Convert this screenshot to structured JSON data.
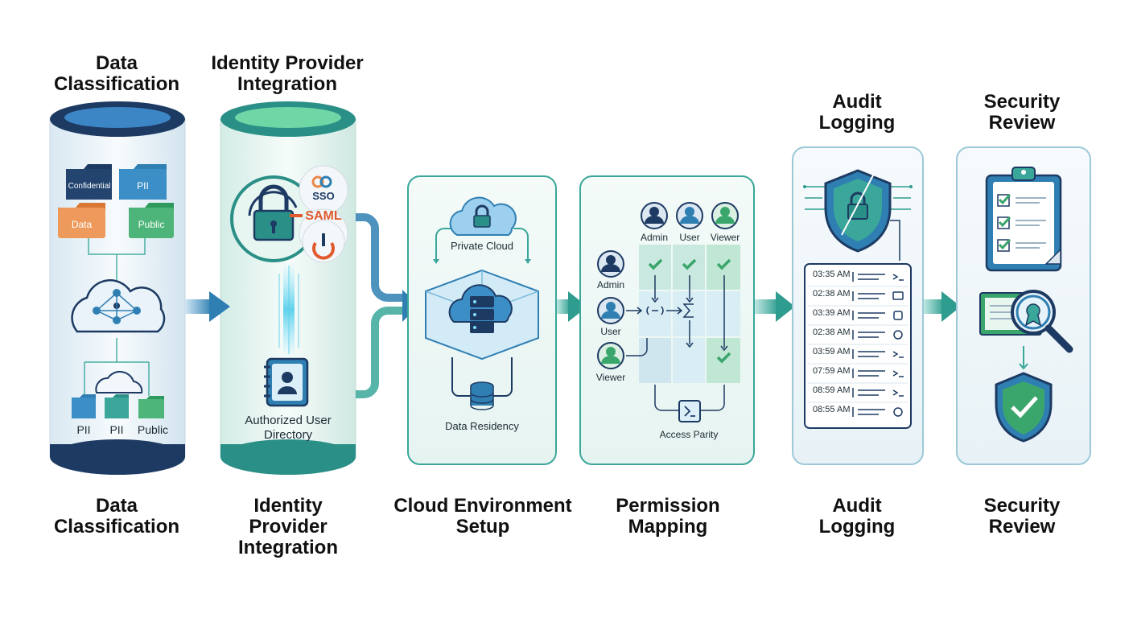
{
  "stages": [
    {
      "top_title": "Data Classification",
      "bottom_title": "Data Classification"
    },
    {
      "top_title": "Identity Provider Integration",
      "bottom_title": "Identity Provider Integration"
    },
    {
      "bottom_title": "Cloud Environment Setup"
    },
    {
      "bottom_title": "Permission Mapping"
    },
    {
      "top_title": "Audit Logging",
      "bottom_title": "Audit Logging"
    },
    {
      "top_title": "Security Review",
      "bottom_title": "Security Review"
    }
  ],
  "data_classification": {
    "folders_top": [
      "Confidential",
      "PII",
      "Data",
      "Public"
    ],
    "folders_bottom": [
      "PII",
      "PII",
      "Public"
    ]
  },
  "identity": {
    "providers": [
      "SSO",
      "SAML"
    ],
    "directory_label": "Authorized User Directory"
  },
  "cloud": {
    "private_cloud": "Private Cloud",
    "data_residency": "Data Residency"
  },
  "permissions": {
    "columns": [
      "Admin",
      "User",
      "Viewer"
    ],
    "rows": [
      "Admin",
      "User",
      "Viewer"
    ],
    "access_parity": "Access Parity"
  },
  "audit": {
    "log_times": [
      "03:35 AM",
      "02:38 AM",
      "03:39 AM",
      "02:38 AM",
      "03:59 AM",
      "07:59 AM",
      "08:59 AM",
      "08:55 AM"
    ]
  },
  "colors": {
    "navy": "#1d3a63",
    "teal": "#2e9c8e",
    "blue": "#2f7fb3",
    "green": "#3aa66c",
    "orange": "#e8894a"
  }
}
